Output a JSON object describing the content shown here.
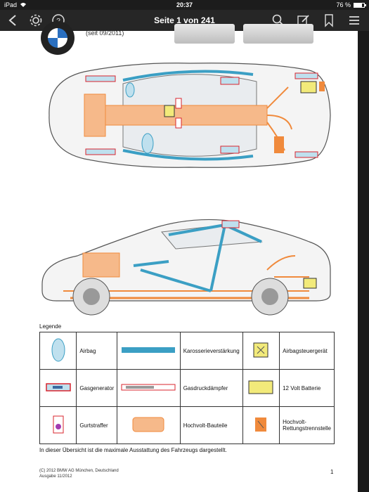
{
  "status_bar": {
    "device": "iPad",
    "time": "20:37",
    "battery_text": "76 %",
    "battery_level": 0.76
  },
  "toolbar": {
    "title": "Seite 1 von 241",
    "buttons": [
      "back-icon",
      "settings-icon",
      "help-icon",
      "search-icon",
      "edit-icon",
      "bookmark-icon",
      "menu-icon"
    ]
  },
  "document": {
    "since": "(seit 09/2011)",
    "legend_title": "Legende",
    "legend": [
      {
        "symbol": "airbag",
        "label": "Airbag"
      },
      {
        "symbol": "reinforcement",
        "label": "Karosserieverstärkung"
      },
      {
        "symbol": "airbag-control",
        "label": "Airbagsteuergerät"
      },
      {
        "symbol": "gas-generator",
        "label": "Gasgenerator"
      },
      {
        "symbol": "gas-damper",
        "label": "Gasdruckdämpfer"
      },
      {
        "symbol": "battery-12v",
        "label": "12 Volt Batterie"
      },
      {
        "symbol": "belt-tensioner",
        "label": "Gurtstraffer"
      },
      {
        "symbol": "hv-component",
        "label": "Hochvolt-Bauteile"
      },
      {
        "symbol": "hv-disconnect",
        "label": "Hochvolt-Rettungstrennstelle"
      }
    ],
    "note": "In dieser Übersicht ist die maximale Ausstattung des Fahrzeugs dargestellt.",
    "footer_line1": "(C) 2012 BMW AG München, Deutschland",
    "footer_line2": "Ausgabe 11/2012",
    "page_number": "1"
  },
  "colors": {
    "orange": "#f08a3c",
    "orange_light": "#f6b98a",
    "blue": "#3b9fc4",
    "red": "#d8242e",
    "yellow": "#f2ea7a"
  }
}
